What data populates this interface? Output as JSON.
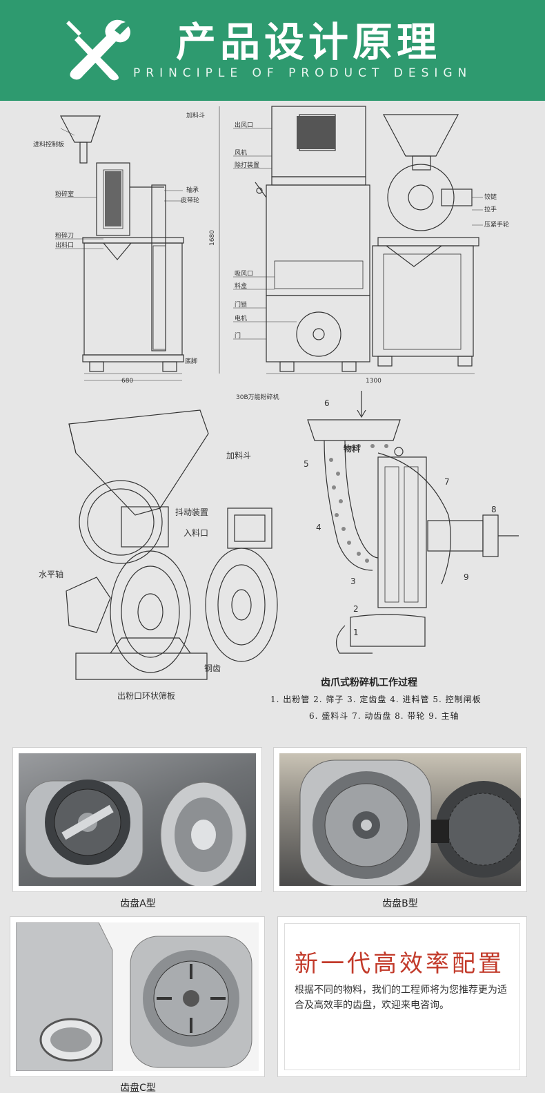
{
  "header": {
    "title": "产品设计原理",
    "subtitle": "PRINCIPLE OF PRODUCT DESIGN",
    "logo_icon": "wrench-screwdriver-icon",
    "bg_color": "#2e9a6f"
  },
  "top_drawing": {
    "left_labels": [
      "加料斗",
      "进料控制板",
      "粉碎室",
      "轴承",
      "皮带轮",
      "粉碎刀",
      "出料口",
      "底脚"
    ],
    "mid_labels": [
      "出风口",
      "风机",
      "除打装置",
      "吸风口",
      "料盒",
      "门锁",
      "电机",
      "门"
    ],
    "right_labels": [
      "铰链",
      "拉手",
      "压紧手轮"
    ],
    "dim_width_left": "680",
    "dim_width_right": "1300",
    "dim_height": "1680",
    "model_caption": "30B万能粉碎机"
  },
  "iso_drawing": {
    "labels": [
      "加料斗",
      "抖动装置",
      "入料口",
      "水平轴",
      "钢齿",
      "出粉口环状筛板"
    ]
  },
  "section_drawing": {
    "material_label": "物料",
    "numbers": [
      "1",
      "2",
      "3",
      "4",
      "5",
      "6",
      "7",
      "8",
      "9"
    ],
    "title": "齿爪式粉碎机工作过程",
    "legend_line1": "1. 出粉管  2. 筛子  3. 定齿盘  4. 进料管  5. 控制闸板",
    "legend_line2": "6. 盛料斗  7. 动齿盘  8. 带轮  9. 主轴"
  },
  "photos": [
    {
      "caption": "齿盘A型"
    },
    {
      "caption": "齿盘B型"
    },
    {
      "caption": "齿盘C型"
    }
  ],
  "promo": {
    "title": "新一代高效率配置",
    "description": "根据不同的物料，我们的工程师将为您推荐更为适合及高效率的齿盘，欢迎来电咨询。",
    "title_color": "#c23a2a"
  }
}
